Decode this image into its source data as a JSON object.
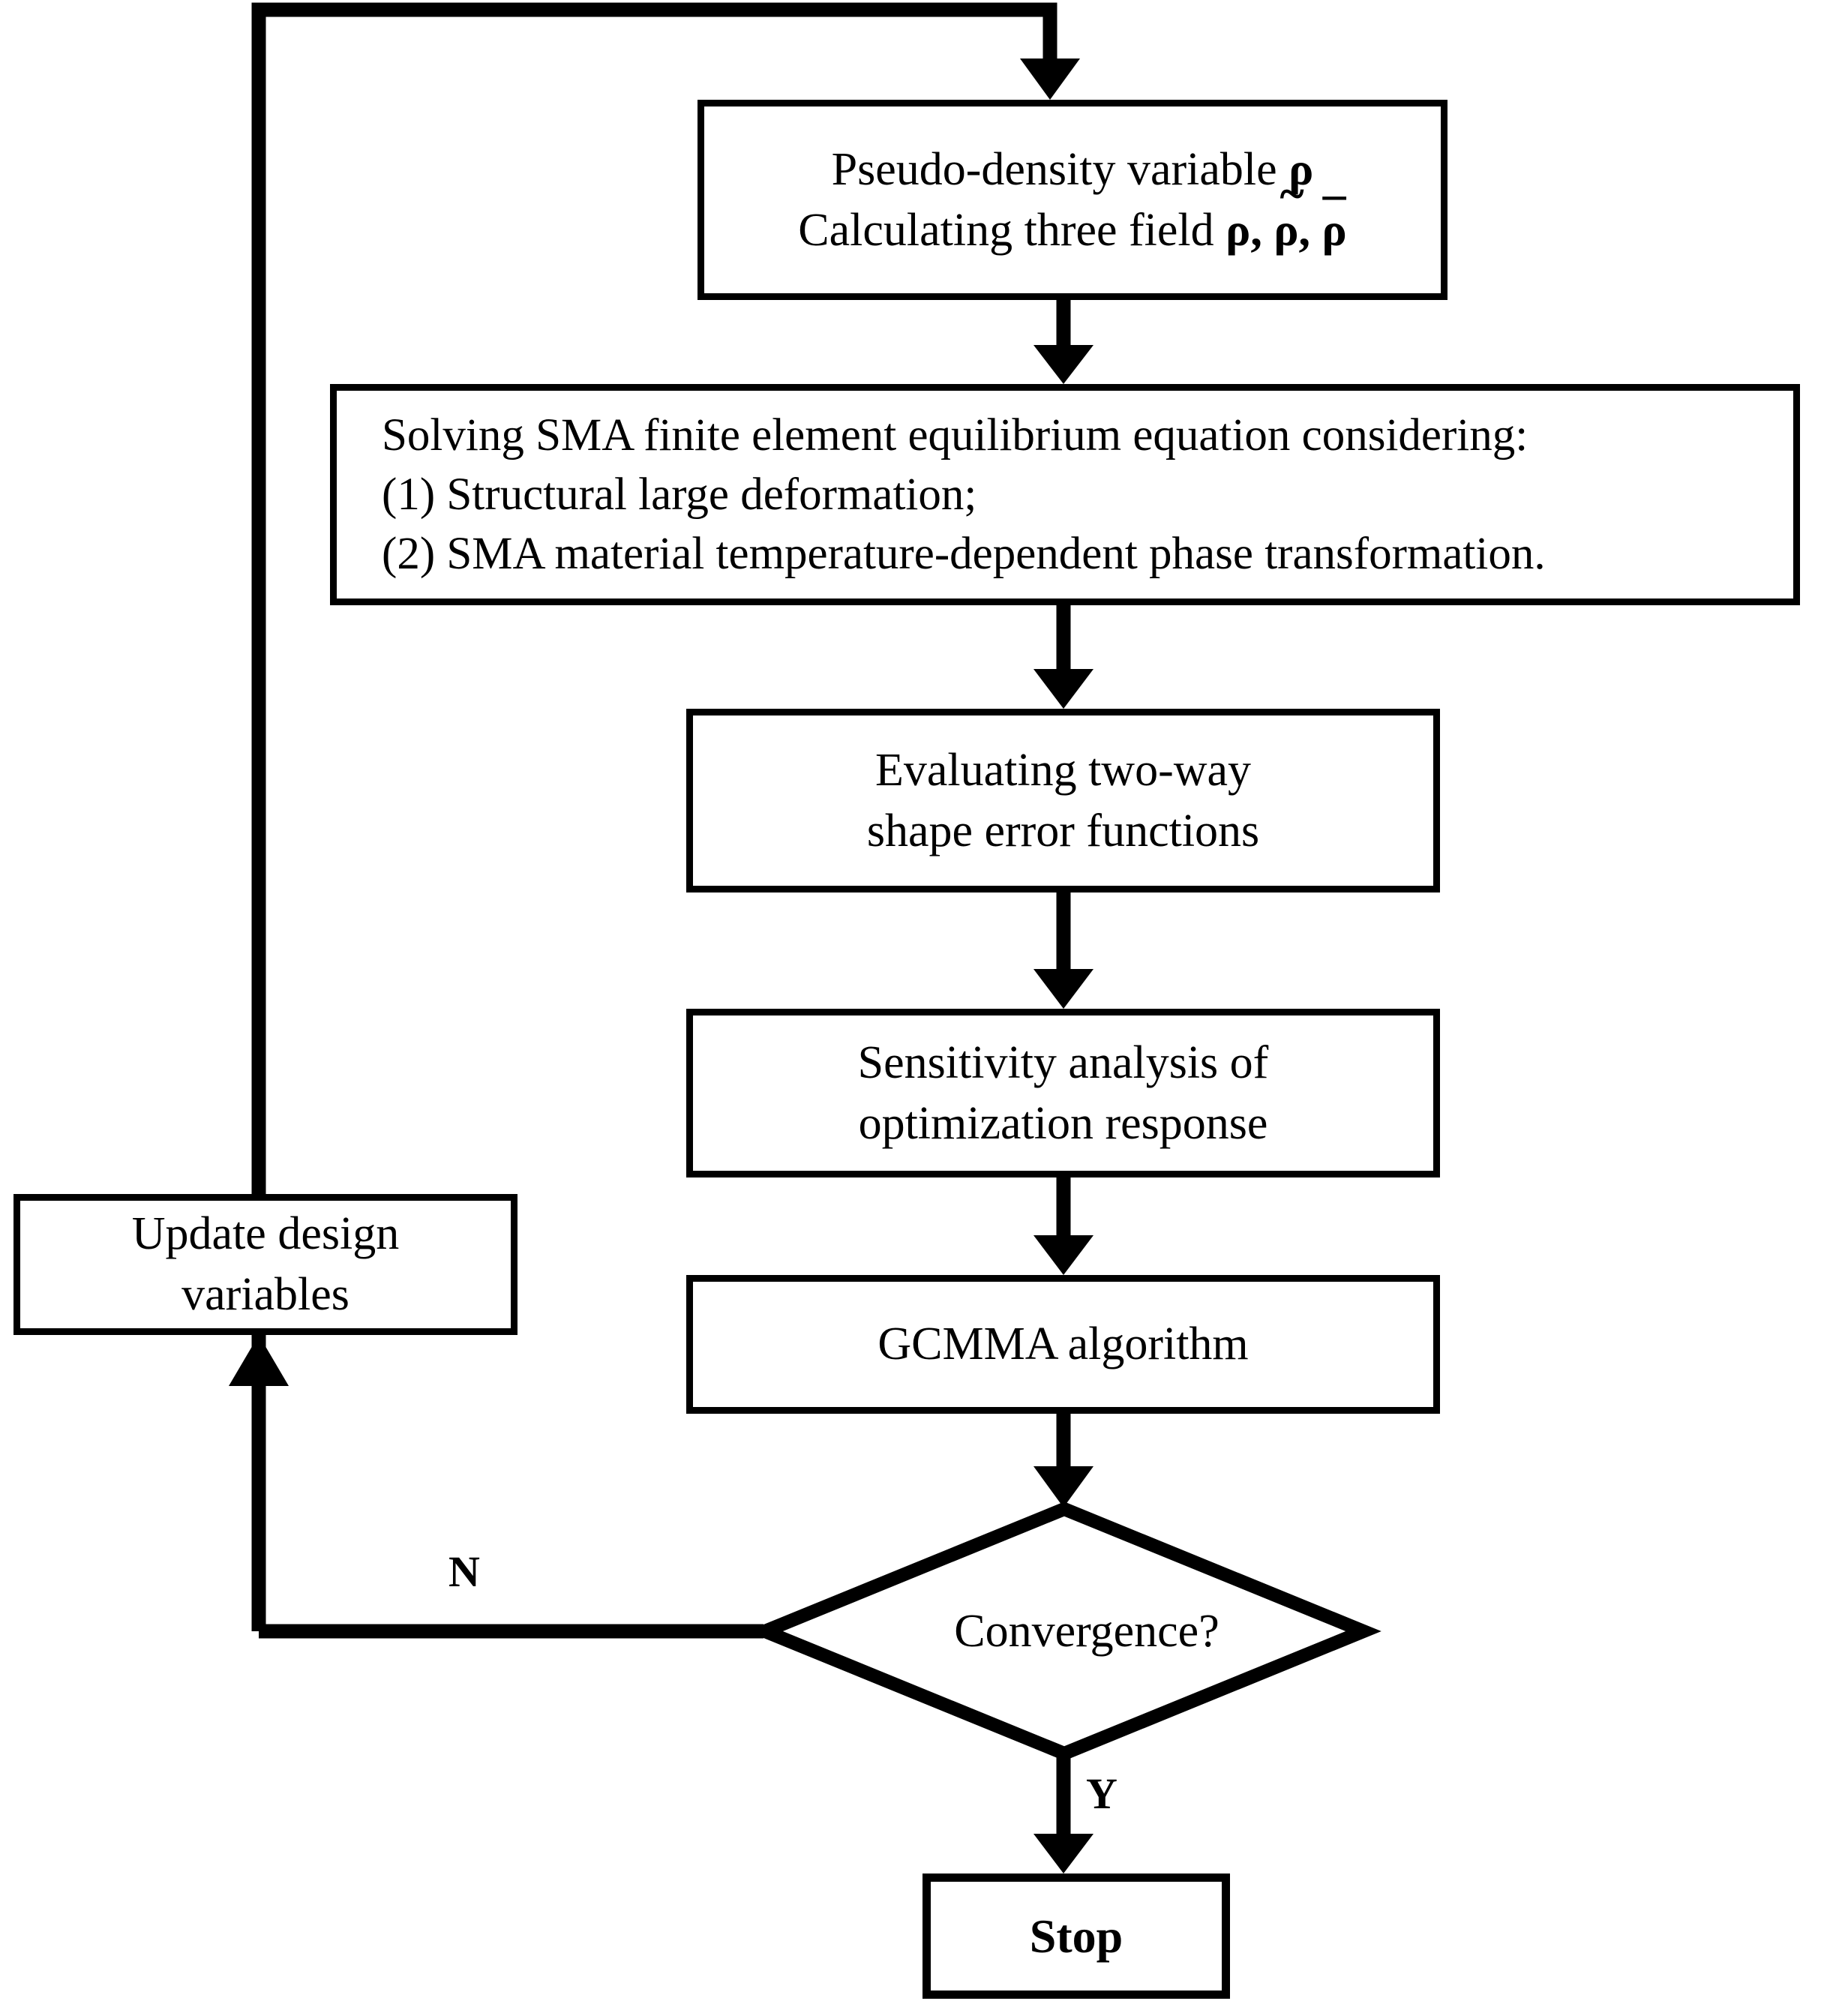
{
  "diagram": {
    "title": "SMA topology optimization flowchart",
    "line_color": "#000000",
    "background": "#ffffff"
  },
  "nodes": {
    "pseudo_density": {
      "shape": "process",
      "line1_pre": "Pseudo-density variable ",
      "line1_sym": "ρ",
      "line2_pre": "Calculating three field ",
      "line2_sym1": "ρ,",
      "line2_sym2": "ρ,",
      "line2_sym2_mark": "~",
      "line2_sym3": "ρ",
      "line2_sym3_mark": "–"
    },
    "solving": {
      "shape": "process",
      "line1": "Solving SMA finite element equilibrium equation considering:",
      "line2": " (1) Structural large deformation;",
      "line3": " (2) SMA material temperature-dependent phase transformation."
    },
    "evaluating": {
      "shape": "process",
      "line1": "Evaluating two-way",
      "line2": "shape error functions"
    },
    "sensitivity": {
      "shape": "process",
      "line1": "Sensitivity analysis of",
      "line2": "optimization response"
    },
    "gcmma": {
      "shape": "process",
      "line1": "GCMMA algorithm"
    },
    "update": {
      "shape": "process",
      "line1": "Update design",
      "line2": "variables"
    },
    "convergence": {
      "shape": "decision",
      "label": "Convergence?"
    },
    "stop": {
      "shape": "terminator",
      "label": "Stop"
    }
  },
  "edges": {
    "no_label": "N",
    "yes_label": "Y"
  }
}
